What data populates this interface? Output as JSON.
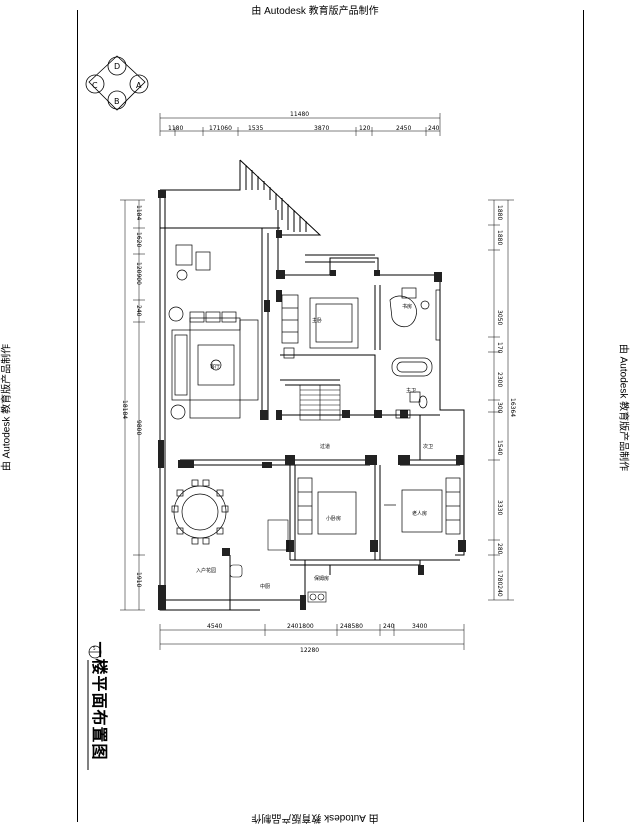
{
  "watermark": "由 Autodesk 教育版产品制作",
  "drawing_title": "一楼平面布置图",
  "drawing_tag": "5",
  "compass": [
    "D",
    "A",
    "C",
    "B"
  ],
  "rooms": {
    "living": "客厅",
    "master": "主卧",
    "study": "书房",
    "bath_main": "主卫",
    "passage": "过道",
    "second_bed": "小卧房",
    "elder_bed": "老人房",
    "second_bath": "次卫",
    "entry_hall": "入户花园",
    "kitchen_small": "中厨",
    "storage": "保姆房"
  },
  "dims_top_total": "11480",
  "dims_top": [
    "1180",
    "171060",
    "1535",
    "3870",
    "120",
    "2450",
    "240"
  ],
  "dims_bottom": [
    "4540",
    "2401800",
    "248580",
    "240",
    "3400"
  ],
  "dims_bottom_total": "12280",
  "dims_left": [
    "1184",
    "1620",
    "120900",
    "240",
    "9800",
    "1910"
  ],
  "dims_left_total": "18184",
  "dims_right": [
    "1880",
    "1880",
    "3050",
    "170",
    "2300",
    "300",
    "1540",
    "3330",
    "280",
    "1780240"
  ],
  "dims_right_total": "16364",
  "colors": {
    "ink": "#000000",
    "paper": "#ffffff",
    "fill": "#222222"
  }
}
